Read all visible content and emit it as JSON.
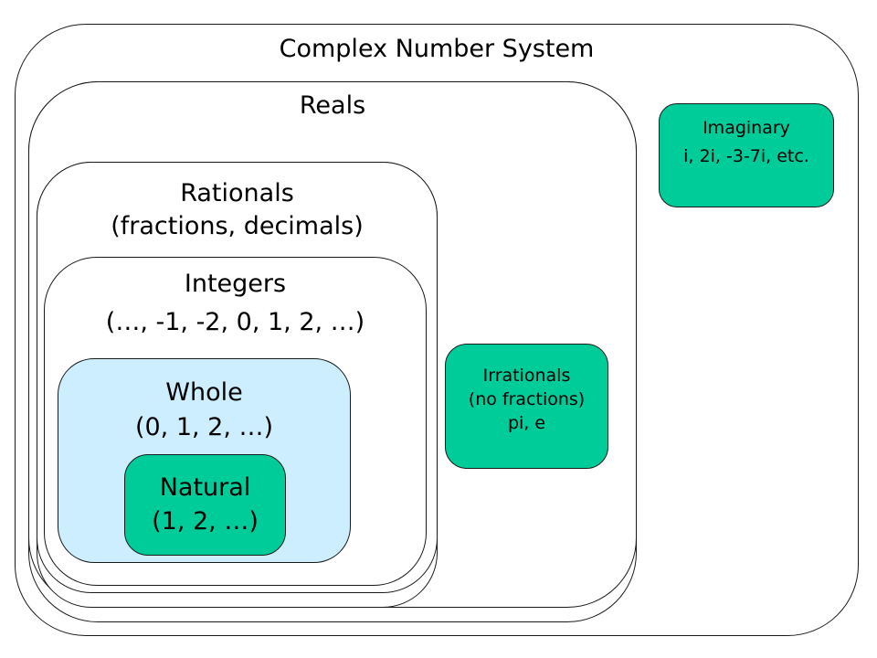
{
  "sets": {
    "complex": {
      "title": "Complex Number System"
    },
    "reals": {
      "title": "Reals"
    },
    "rationals": {
      "title": "Rationals",
      "desc": "(fractions, decimals)"
    },
    "integers": {
      "title": "Integers",
      "desc": "(…, -1, -2, 0, 1, 2, …)"
    },
    "whole": {
      "title": "Whole",
      "desc": "(0, 1, 2, …)"
    },
    "natural": {
      "title": "Natural",
      "desc": "(1, 2, …)"
    },
    "irrationals": {
      "title": "Irrationals",
      "desc": "(no fractions)",
      "examples": "pi, e"
    },
    "imaginary": {
      "title": "Imaginary",
      "examples": "i, 2i, -3-7i, etc."
    }
  },
  "colors": {
    "outline": "#1a1a1a",
    "whole_fill": "#cceeff",
    "green_fill": "#00cc99",
    "background": "#ffffff"
  }
}
